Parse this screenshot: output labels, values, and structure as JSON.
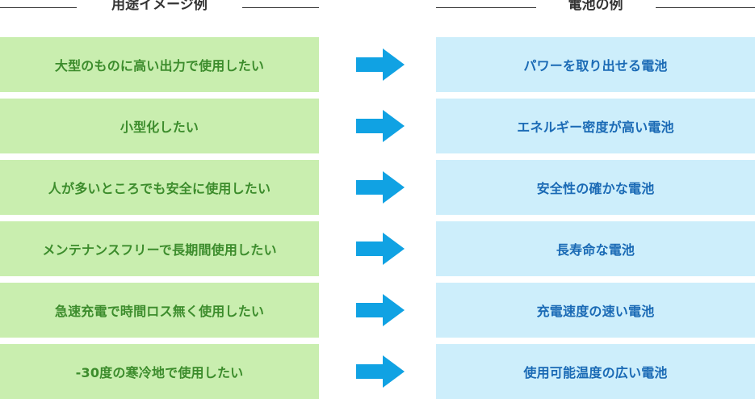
{
  "headers": {
    "left": "用途イメージ例",
    "right": "電池の例"
  },
  "colors": {
    "left_bg": "#c9eeaf",
    "left_text": "#3c8c2c",
    "right_bg": "#cdeefb",
    "right_text": "#1a6ab5",
    "arrow": "#10a2e3"
  },
  "rows": [
    {
      "use": "大型のものに高い出力で使用したい",
      "battery": "パワーを取り出せる電池"
    },
    {
      "use": "小型化したい",
      "battery": "エネルギー密度が高い電池"
    },
    {
      "use": "人が多いところでも安全に使用したい",
      "battery": "安全性の確かな電池"
    },
    {
      "use": "メンテナンスフリーで長期間使用したい",
      "battery": "長寿命な電池"
    },
    {
      "use": "急速充電で時間ロス無く使用したい",
      "battery": "充電速度の速い電池"
    },
    {
      "use": "-30度の寒冷地で使用したい",
      "battery": "使用可能温度の広い電池"
    }
  ]
}
